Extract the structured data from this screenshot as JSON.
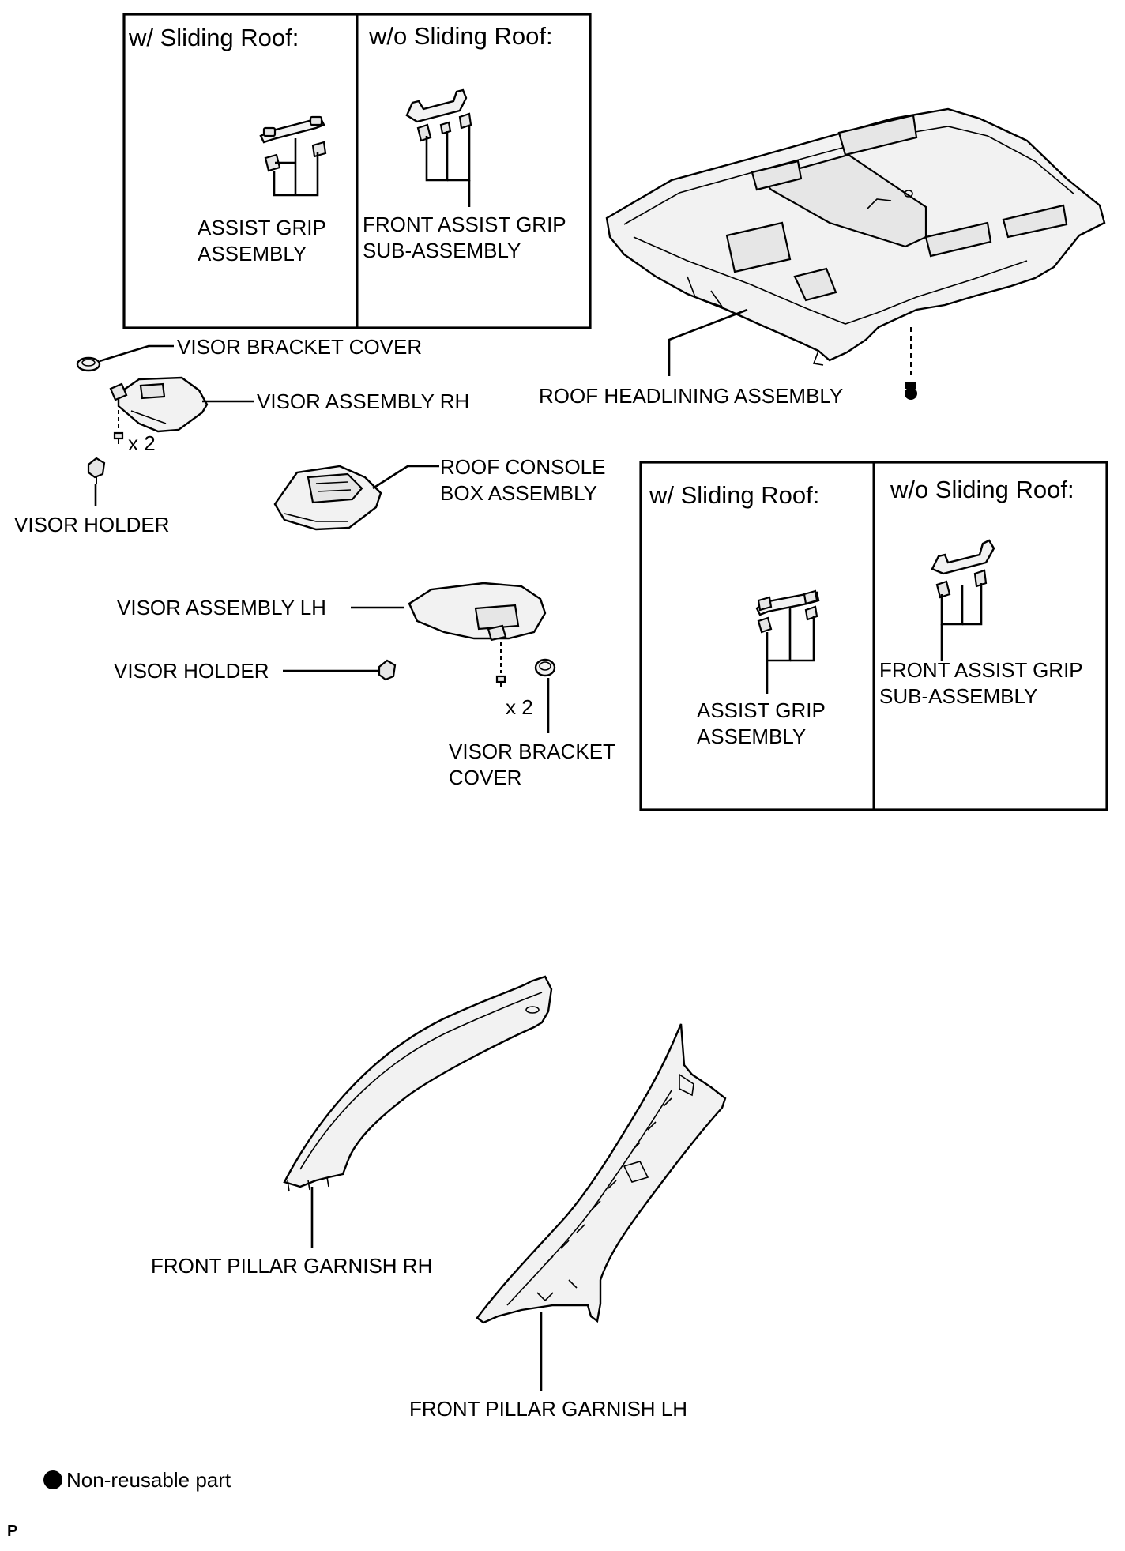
{
  "box_top": {
    "w_sliding_roof": "w/ Sliding Roof:",
    "wo_sliding_roof": "w/o Sliding Roof:",
    "assist_grip_l1": "ASSIST GRIP",
    "assist_grip_l2": "ASSEMBLY",
    "front_assist_l1": "FRONT ASSIST GRIP",
    "front_assist_l2": "SUB-ASSEMBLY"
  },
  "box_right": {
    "w_sliding_roof": "w/ Sliding Roof:",
    "wo_sliding_roof": "w/o Sliding Roof:",
    "assist_grip_l1": "ASSIST GRIP",
    "assist_grip_l2": "ASSEMBLY",
    "front_assist_l1": "FRONT ASSIST GRIP",
    "front_assist_l2": "SUB-ASSEMBLY"
  },
  "labels": {
    "visor_bracket_cover_top": "VISOR BRACKET COVER",
    "visor_assembly_rh": "VISOR ASSEMBLY RH",
    "x2_rh": "x 2",
    "visor_holder_left": "VISOR HOLDER",
    "roof_console_l1": "ROOF CONSOLE",
    "roof_console_l2": "BOX ASSEMBLY",
    "roof_headlining": "ROOF HEADLINING ASSEMBLY",
    "visor_assembly_lh": "VISOR ASSEMBLY LH",
    "visor_holder_mid": "VISOR HOLDER",
    "x2_lh": "x 2",
    "visor_bracket_cover_l1": "VISOR BRACKET",
    "visor_bracket_cover_l2": "COVER",
    "front_pillar_rh": "FRONT PILLAR GARNISH RH",
    "front_pillar_lh": "FRONT PILLAR GARNISH LH"
  },
  "legend": {
    "non_reusable": "Non-reusable part"
  },
  "footer_code": "P"
}
